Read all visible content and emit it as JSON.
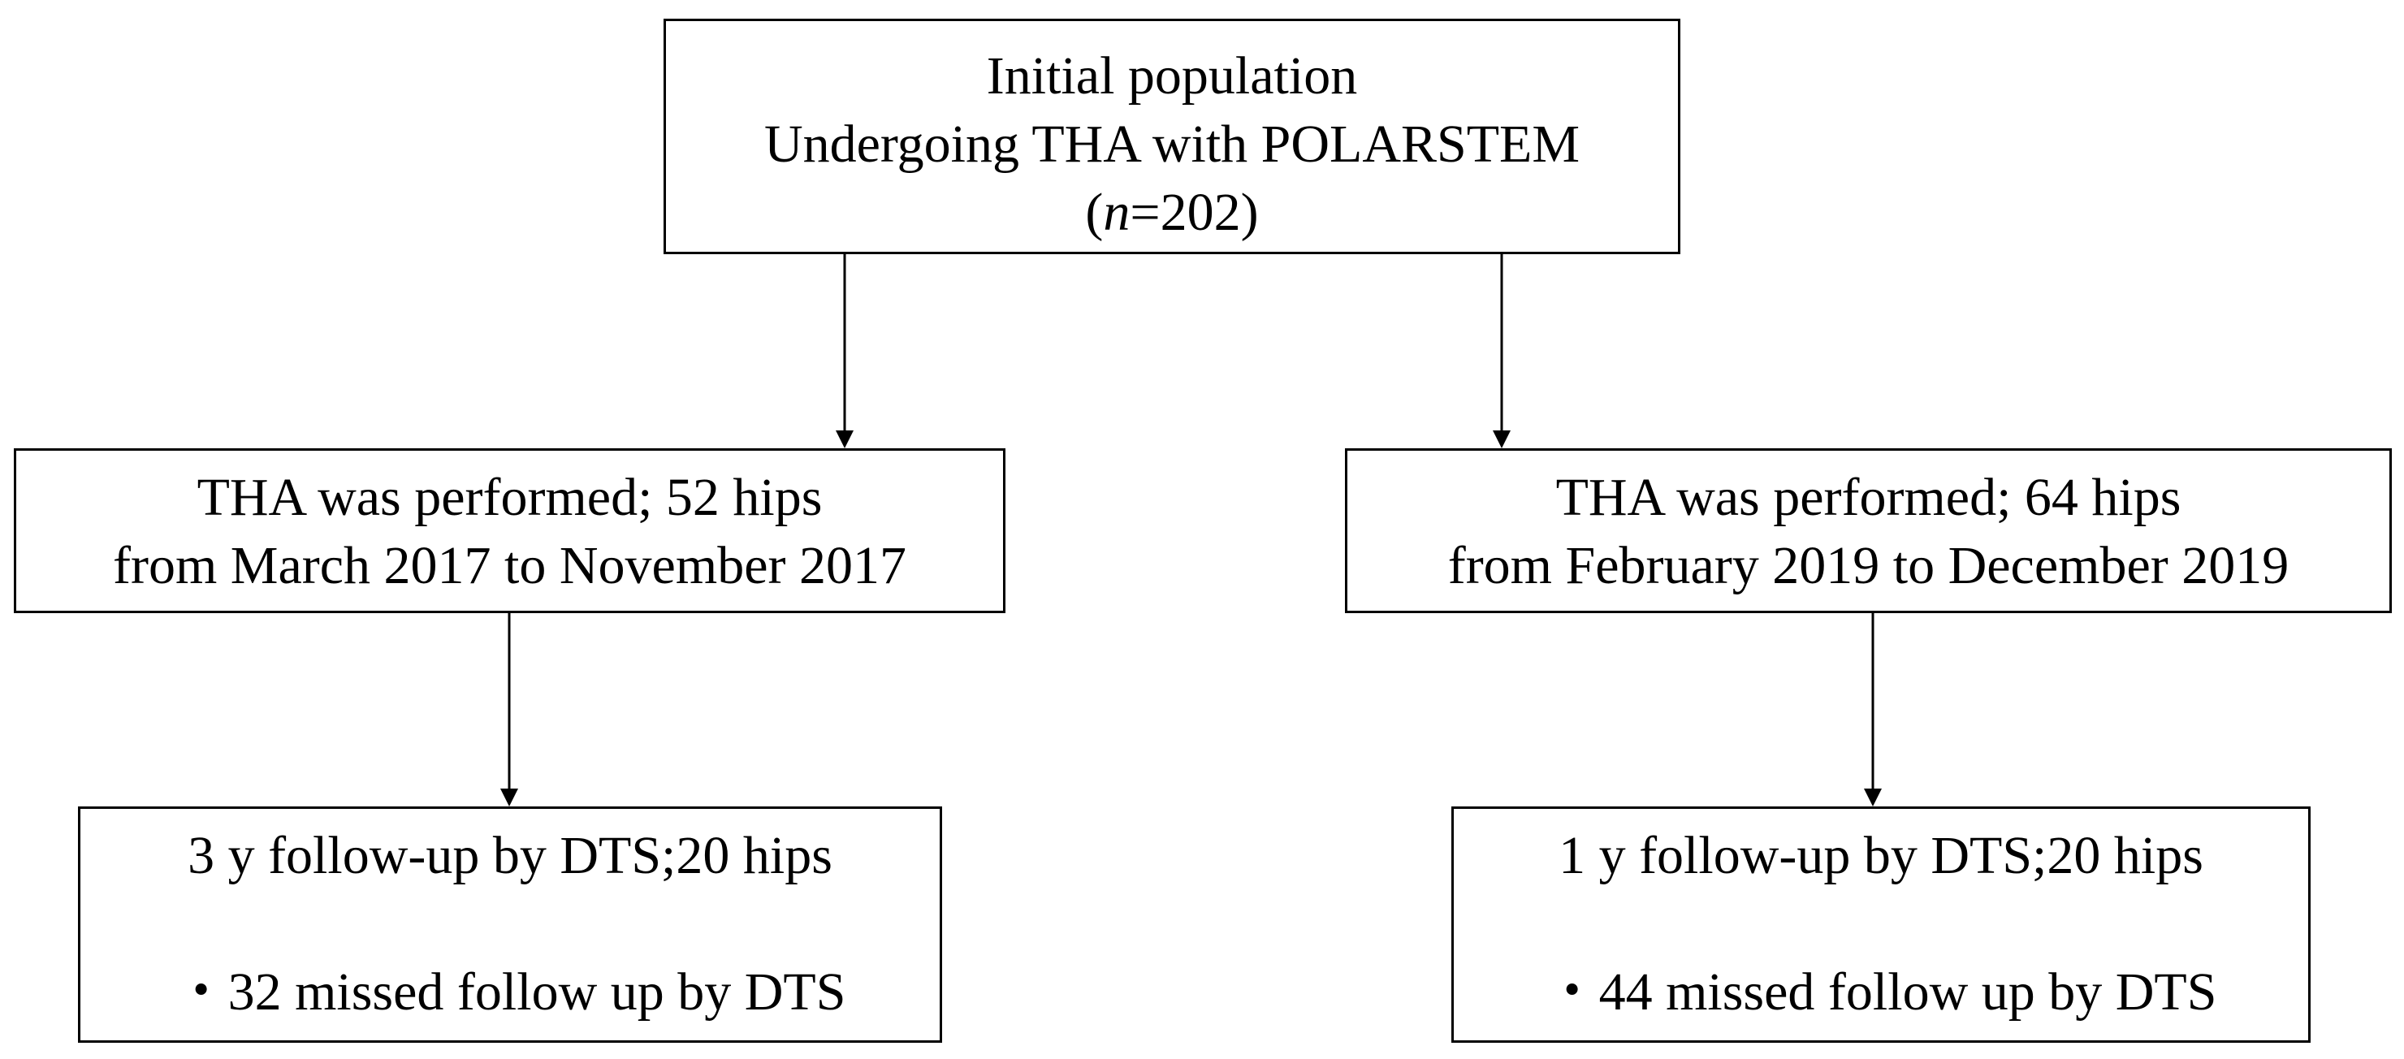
{
  "nodes": {
    "initial": {
      "line1": "Initial population",
      "line2": "Undergoing THA with POLARSTEM",
      "n_open": "(",
      "n_var": "n",
      "n_rest": "=202)"
    },
    "group_2017": {
      "line1": "THA was performed; 52 hips",
      "line2": "from March 2017 to November 2017"
    },
    "group_2019": {
      "line1": "THA was performed; 64 hips",
      "line2": "from February 2019 to December 2019"
    },
    "followup_3y": {
      "line1": "3 y follow-up by DTS;20 hips",
      "line2": "・32 missed follow up by DTS"
    },
    "followup_1y": {
      "line1": "1 y follow-up by DTS;20 hips",
      "line2": "・44 missed follow up by DTS"
    }
  },
  "edges": [
    {
      "from": "initial",
      "to": "group_2017"
    },
    {
      "from": "initial",
      "to": "group_2019"
    },
    {
      "from": "group_2017",
      "to": "followup_3y"
    },
    {
      "from": "group_2019",
      "to": "followup_1y"
    }
  ],
  "colors": {
    "stroke": "#000000",
    "background": "#ffffff"
  }
}
